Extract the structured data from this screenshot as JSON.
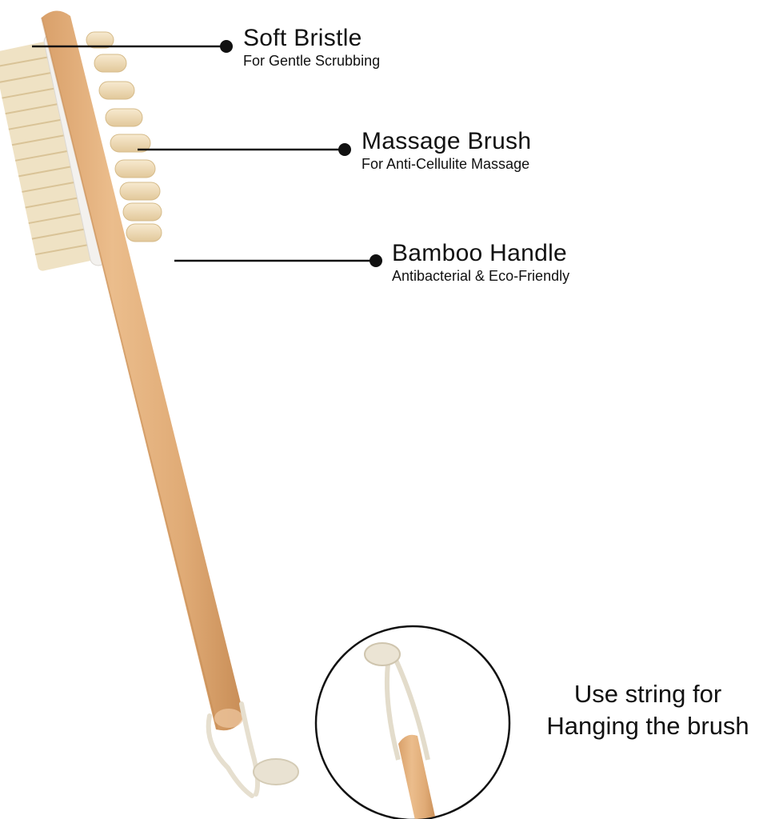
{
  "features": [
    {
      "title": "Soft Bristle",
      "subtitle": "For Gentle Scrubbing"
    },
    {
      "title": "Massage Brush",
      "subtitle": "For Anti-Cellulite Massage"
    },
    {
      "title": "Bamboo Handle",
      "subtitle": "Antibacterial & Eco-Friendly"
    }
  ],
  "hanging_note": {
    "line1": "Use string for",
    "line2": "Hanging the brush"
  },
  "colors": {
    "background": "#ffffff",
    "wood": "#e2b07e",
    "wood_dark": "#c98f58",
    "bristle": "#efe2c4",
    "massage_nub": "#f0ddb5",
    "rope": "#e9e2d2",
    "line": "#111111"
  }
}
